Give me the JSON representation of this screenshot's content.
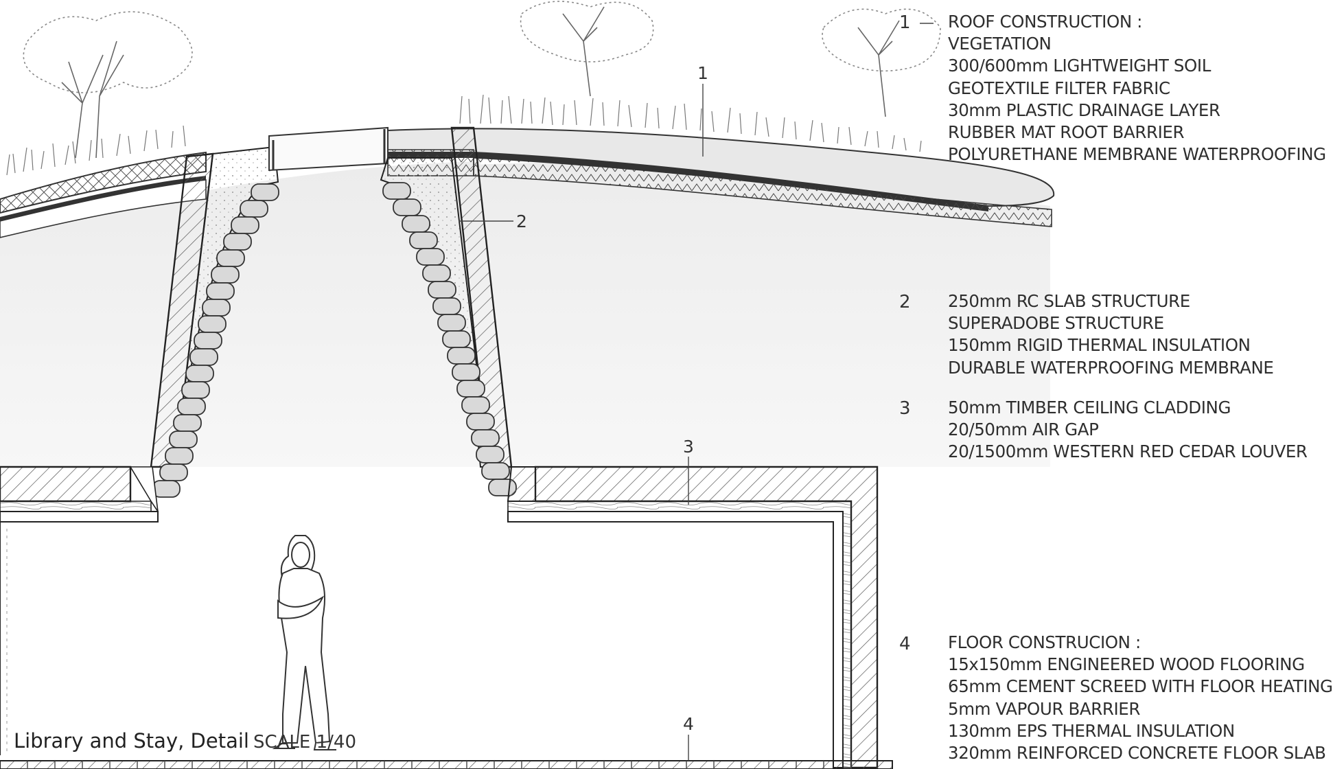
{
  "leader_numbers": [
    "1",
    "2",
    "3",
    "4"
  ],
  "legend": [
    {
      "number": "1",
      "lines": [
        "ROOF CONSTRUCTION :",
        "VEGETATION",
        "300/600mm LIGHTWEIGHT SOIL",
        "GEOTEXTILE FILTER FABRIC",
        "30mm PLASTIC DRAINAGE LAYER",
        "RUBBER MAT ROOT BARRIER",
        "POLYURETHANE MEMBRANE WATERPROOFING"
      ]
    },
    {
      "number": "2",
      "lines": [
        "250mm RC SLAB STRUCTURE",
        "SUPERADOBE STRUCTURE",
        "150mm RIGID THERMAL INSULATION",
        "DURABLE WATERPROOFING MEMBRANE"
      ]
    },
    {
      "number": "3",
      "lines": [
        "50mm TIMBER CEILING CLADDING",
        "20/50mm AIR GAP",
        "20/1500mm WESTERN RED CEDAR LOUVER"
      ]
    },
    {
      "number": "4",
      "lines": [
        "FLOOR CONSTRUCION :",
        "15x150mm ENGINEERED WOOD FLOORING",
        "65mm CEMENT SCREED WITH FLOOR HEATING",
        "5mm VAPOUR BARRIER",
        "130mm EPS THERMAL INSULATION",
        "320mm REINFORCED CONCRETE FLOOR SLAB"
      ]
    }
  ],
  "caption": {
    "title": "Library and Stay, Detail",
    "scale": "SCALE 1/40"
  }
}
